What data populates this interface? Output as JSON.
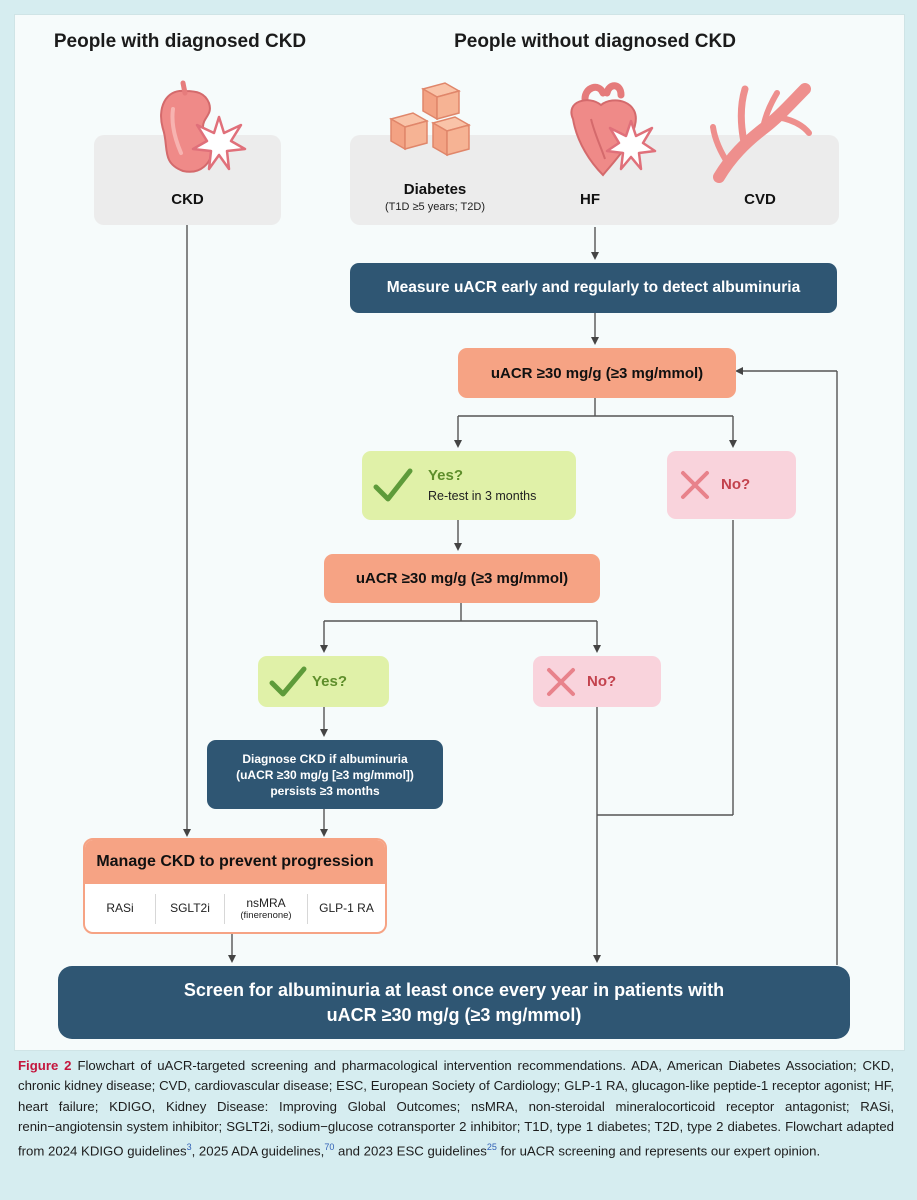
{
  "headers": {
    "left": "People with diagnosed CKD",
    "right": "People without diagnosed CKD"
  },
  "conditions": {
    "ckd": "CKD",
    "diabetes": "Diabetes",
    "diabetes_sub": "(T1D ≥5 years; T2D)",
    "hf": "HF",
    "cvd": "CVD"
  },
  "steps": {
    "measure": "Measure uACR early and regularly to detect albuminuria",
    "test1": "uACR ≥30 mg/g (≥3 mg/mmol)",
    "yes1": "Yes?",
    "yes1_sub": "Re-test in 3 months",
    "no1": "No?",
    "test2": "uACR ≥30 mg/g (≥3 mg/mmol)",
    "yes2": "Yes?",
    "no2": "No?",
    "diagnose_line1": "Diagnose CKD if albuminuria",
    "diagnose_line2": "(uACR ≥30 mg/g [≥3 mg/mmol])",
    "diagnose_line3": "persists ≥3 months",
    "manage_title": "Manage CKD to prevent progression",
    "treatments": [
      "RASi",
      "SGLT2i",
      "nsMRA",
      "GLP-1 RA"
    ],
    "nsmra_sub": "(finerenone)",
    "screen_line1": "Screen for albuminuria at least once every year in patients with",
    "screen_line2": "uACR ≥30 mg/g (≥3 mg/mmol)"
  },
  "caption": {
    "label": "Figure 2",
    "text_a": "Flowchart of uACR-targeted screening and pharmacological intervention recommendations. ADA, American Diabetes Association; CKD, chronic kidney disease; CVD, cardiovascular disease; ESC, European Society of Cardiology; GLP-1 RA, glucagon-like peptide-1 receptor agonist; HF, heart failure; KDIGO, Kidney Disease: Improving Global Outcomes; nsMRA, non-steroidal mineralocorticoid receptor antagonist; RASi, renin−angiotensin system inhibitor; SGLT2i, sodium−glucose cotransporter 2 inhibitor; T1D, type 1 diabetes; T2D, type 2 diabetes. Flowchart adapted from 2024 KDIGO guidelines",
    "ref1": "3",
    "text_b": ", 2025 ADA guidelines,",
    "ref2": "70",
    "text_c": " and 2023 ESC guidelines",
    "ref3": "25",
    "text_d": " for uACR screening and represents our expert opinion."
  },
  "colors": {
    "navy": "#2f5673",
    "salmon": "#f6a384",
    "green_box": "#e0f1a8",
    "pink_box": "#f9d3dc",
    "check": "#5e9b3a",
    "cross": "#e8828b",
    "figure_label": "#c4163d"
  },
  "icons": [
    "kidney-icon",
    "starburst-icon",
    "sugar-cubes-icon",
    "heart-icon",
    "blood-vessel-icon",
    "check-icon",
    "cross-icon"
  ]
}
